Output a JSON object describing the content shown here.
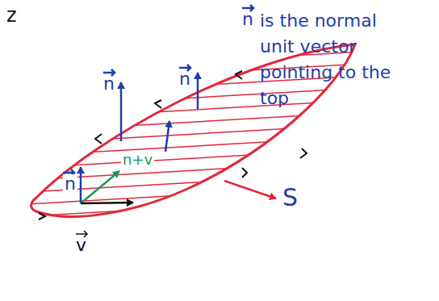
{
  "diagram": {
    "labels": [
      "z",
      "n",
      "n",
      "n",
      "is the normal unit vector pointing to the top",
      "n",
      "n+v",
      "v",
      "S"
    ]
  }
}
